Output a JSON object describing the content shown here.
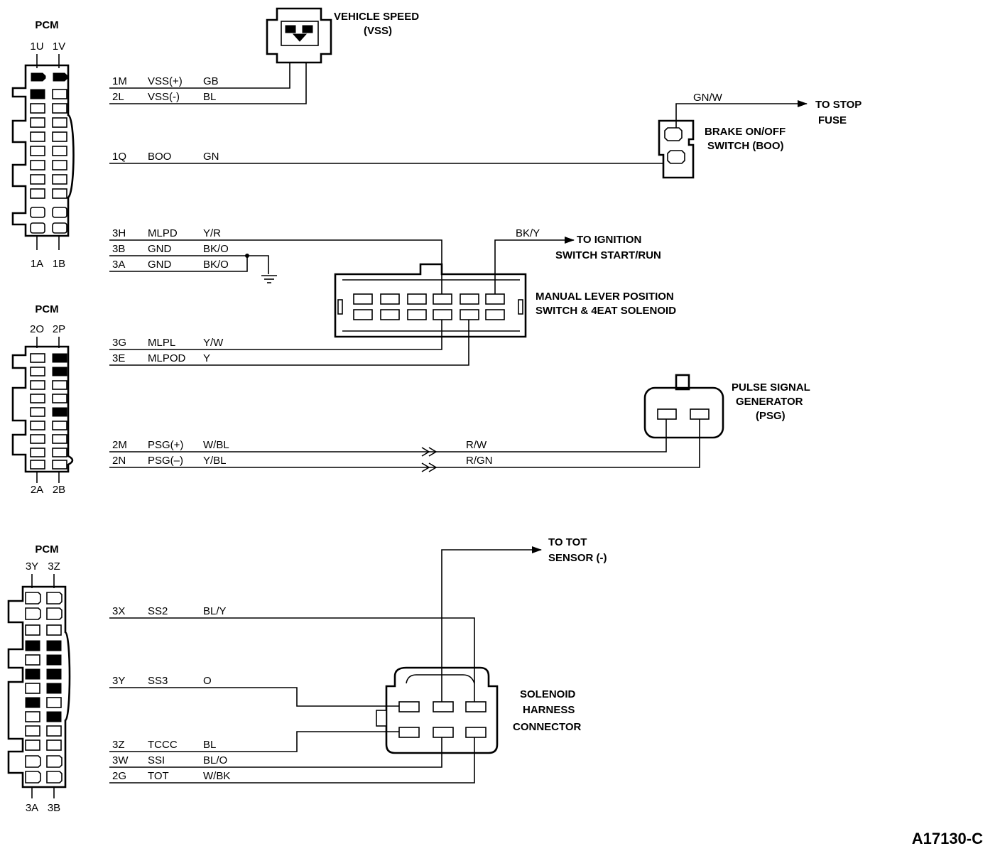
{
  "figure_id": "A17130-C",
  "pcm_connectors": [
    {
      "label": "PCM",
      "top_pins": [
        "1U",
        "1V"
      ],
      "bottom_pins": [
        "1A",
        "1B"
      ]
    },
    {
      "label": "PCM",
      "top_pins": [
        "2O",
        "2P"
      ],
      "bottom_pins": [
        "2A",
        "2B"
      ]
    },
    {
      "label": "PCM",
      "top_pins": [
        "3Y",
        "3Z"
      ],
      "bottom_pins": [
        "3A",
        "3B"
      ]
    }
  ],
  "wires": [
    {
      "pin": "1M",
      "signal": "VSS(+)",
      "color": "GB"
    },
    {
      "pin": "2L",
      "signal": "VSS(-)",
      "color": "BL"
    },
    {
      "pin": "1Q",
      "signal": "BOO",
      "color": "GN"
    },
    {
      "pin": "3H",
      "signal": "MLPD",
      "color": "Y/R"
    },
    {
      "pin": "3B",
      "signal": "GND",
      "color": "BK/O"
    },
    {
      "pin": "3A",
      "signal": "GND",
      "color": "BK/O"
    },
    {
      "pin": "3G",
      "signal": "MLPL",
      "color": "Y/W"
    },
    {
      "pin": "3E",
      "signal": "MLPOD",
      "color": "Y"
    },
    {
      "pin": "2M",
      "signal": "PSG(+)",
      "color": "W/BL"
    },
    {
      "pin": "2N",
      "signal": "PSG(–)",
      "color": "Y/BL"
    },
    {
      "pin": "3X",
      "signal": "SS2",
      "color": "BL/Y"
    },
    {
      "pin": "3Y",
      "signal": "SS3",
      "color": "O"
    },
    {
      "pin": "3Z",
      "signal": "TCCC",
      "color": "BL"
    },
    {
      "pin": "3W",
      "signal": "SSI",
      "color": "BL/O"
    },
    {
      "pin": "2G",
      "signal": "TOT",
      "color": "W/BK"
    }
  ],
  "components": {
    "vss": [
      "VEHICLE SPEED",
      "(VSS)"
    ],
    "boo": [
      "BRAKE ON/OFF",
      "SWITCH (BOO)"
    ],
    "mlp": [
      "MANUAL LEVER POSITION",
      "SWITCH & 4EAT SOLENOID"
    ],
    "psg": [
      "PULSE SIGNAL",
      "GENERATOR",
      "(PSG)"
    ],
    "solenoid": [
      "SOLENOID",
      "HARNESS",
      "CONNECTOR"
    ]
  },
  "destinations": {
    "stop_fuse": [
      "TO STOP",
      "FUSE"
    ],
    "ignition": [
      "TO IGNITION",
      "SWITCH START/RUN"
    ],
    "tot_sensor": [
      "TO TOT",
      "SENSOR (-)"
    ]
  },
  "wire_labels": {
    "boo_feed": "GN/W",
    "ignition_feed": "BK/Y",
    "psg_pos": "R/W",
    "psg_neg": "R/GN"
  }
}
